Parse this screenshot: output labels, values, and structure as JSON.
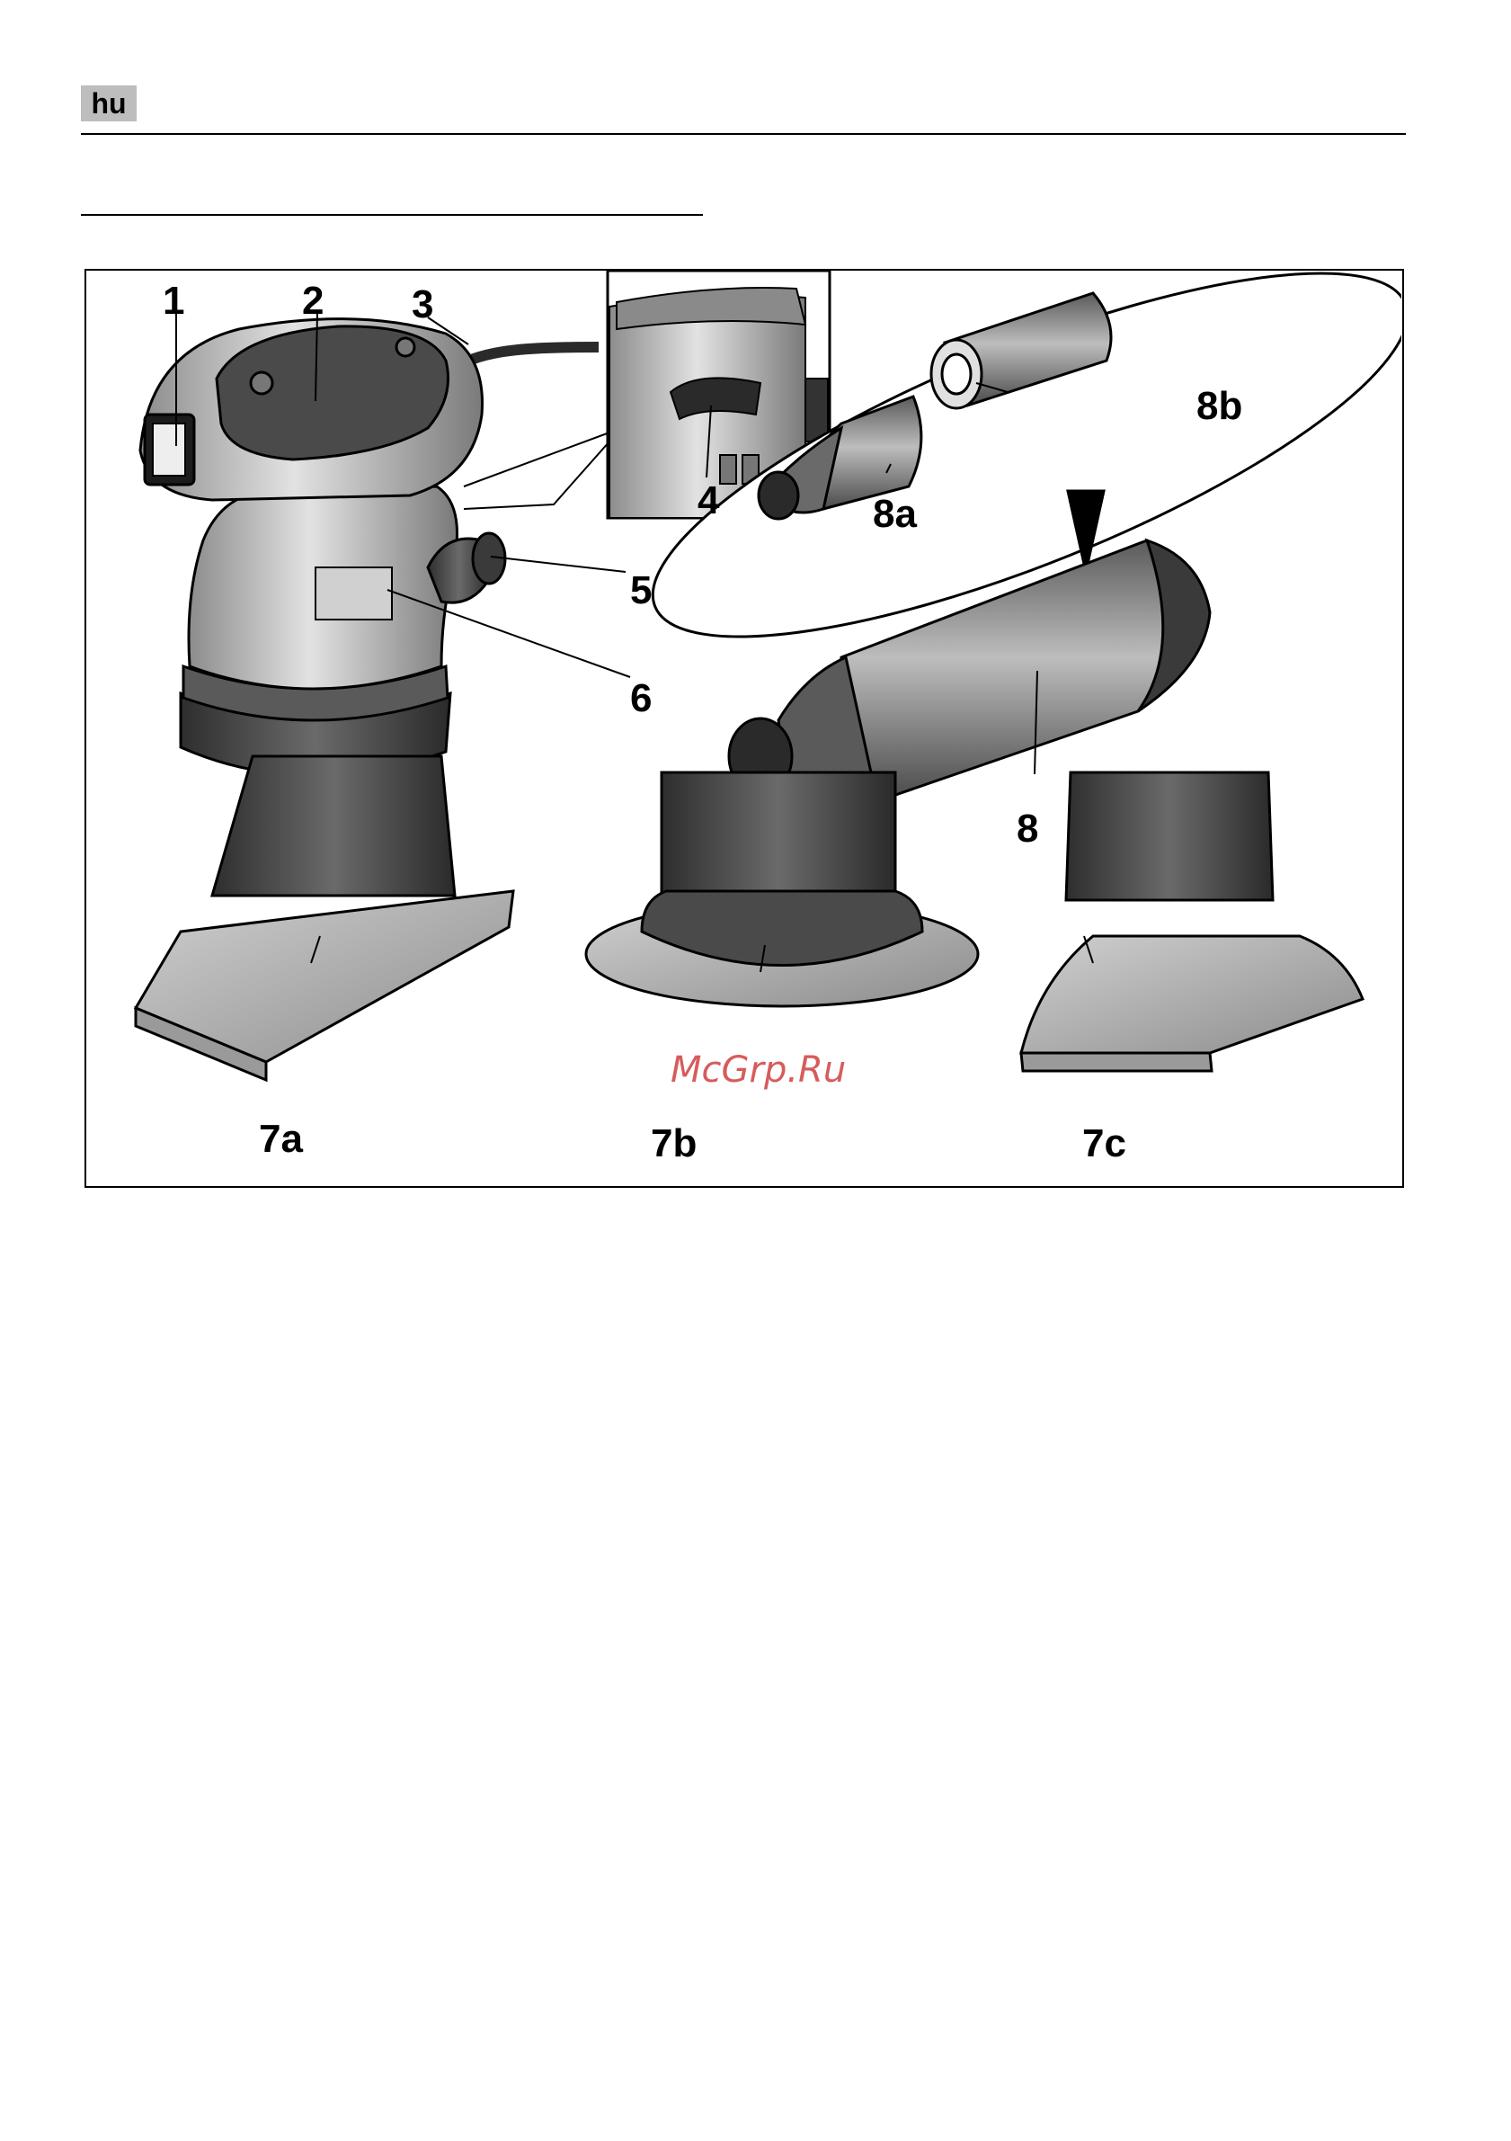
{
  "header": {
    "language_code": "hu"
  },
  "figure": {
    "callouts": [
      "1",
      "2",
      "3",
      "4",
      "5",
      "6",
      "8a",
      "8b",
      "8",
      "7a",
      "7b",
      "7c"
    ],
    "watermark": "McGrp.Ru"
  }
}
